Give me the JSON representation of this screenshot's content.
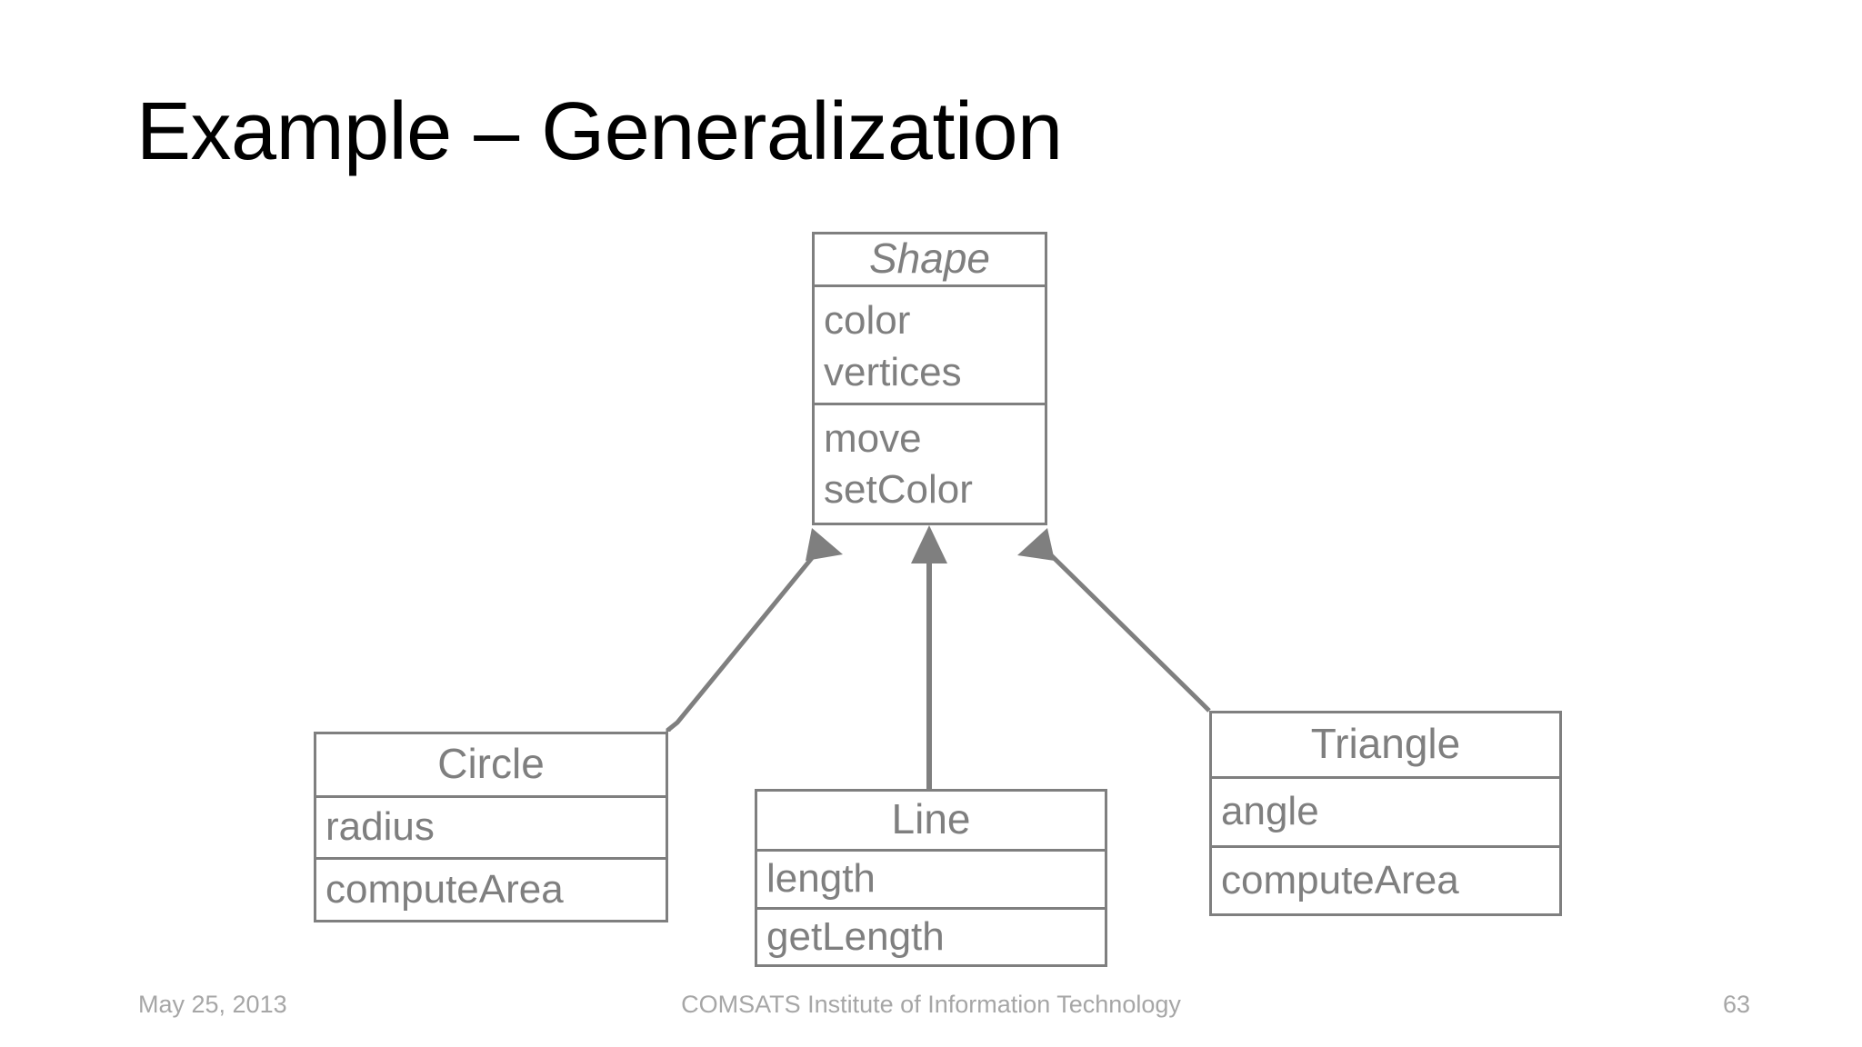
{
  "slide": {
    "title": "Example – Generalization",
    "page_number": "63",
    "background_color": "#ffffff"
  },
  "theme": {
    "title_color": "#000000",
    "diagram_stroke": "#7f7f7f",
    "diagram_text": "#7f7f7f",
    "footer_color": "#a6a6a6"
  },
  "diagram": {
    "kind": "uml-class-diagram",
    "relationship": "generalization",
    "classes": [
      {
        "id": "shape",
        "name": "Shape",
        "abstract": true,
        "attributes": [
          "color",
          "vertices"
        ],
        "operations": [
          "move",
          "setColor"
        ]
      },
      {
        "id": "circle",
        "name": "Circle",
        "abstract": false,
        "attributes": [
          "radius"
        ],
        "operations": [
          "computeArea"
        ]
      },
      {
        "id": "line",
        "name": "Line",
        "abstract": false,
        "attributes": [
          "length"
        ],
        "operations": [
          "getLength"
        ]
      },
      {
        "id": "triangle",
        "name": "Triangle",
        "abstract": false,
        "attributes": [
          "angle"
        ],
        "operations": [
          "computeArea"
        ]
      }
    ],
    "connectors": [
      {
        "from": "circle",
        "to": "shape",
        "type": "generalization"
      },
      {
        "from": "line",
        "to": "shape",
        "type": "generalization"
      },
      {
        "from": "triangle",
        "to": "shape",
        "type": "generalization"
      }
    ]
  },
  "footer": {
    "date": "May 25, 2013",
    "organization": "COMSATS Institute of Information Technology",
    "page": "63"
  }
}
